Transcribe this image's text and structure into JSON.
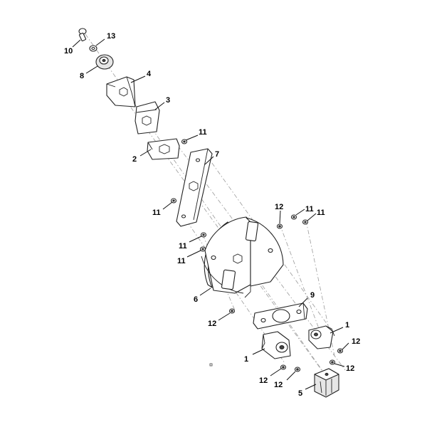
{
  "callouts": [
    {
      "id": "c10",
      "text": "10"
    },
    {
      "id": "c13",
      "text": "13"
    },
    {
      "id": "c8",
      "text": "8"
    },
    {
      "id": "c4",
      "text": "4"
    },
    {
      "id": "c3",
      "text": "3"
    },
    {
      "id": "c11a",
      "text": "11"
    },
    {
      "id": "c2",
      "text": "2"
    },
    {
      "id": "c7",
      "text": "7"
    },
    {
      "id": "c11b",
      "text": "11"
    },
    {
      "id": "c12a",
      "text": "12"
    },
    {
      "id": "c11c",
      "text": "11"
    },
    {
      "id": "c11d",
      "text": "11"
    },
    {
      "id": "c11e",
      "text": "11"
    },
    {
      "id": "c11f",
      "text": "11"
    },
    {
      "id": "c6",
      "text": "6"
    },
    {
      "id": "c9",
      "text": "9"
    },
    {
      "id": "c12b",
      "text": "12"
    },
    {
      "id": "c1a",
      "text": "1"
    },
    {
      "id": "c12c",
      "text": "12"
    },
    {
      "id": "c1b",
      "text": "1"
    },
    {
      "id": "c12d",
      "text": "12"
    },
    {
      "id": "c12e",
      "text": "12"
    },
    {
      "id": "c12f",
      "text": "12"
    },
    {
      "id": "c5",
      "text": "5"
    }
  ]
}
